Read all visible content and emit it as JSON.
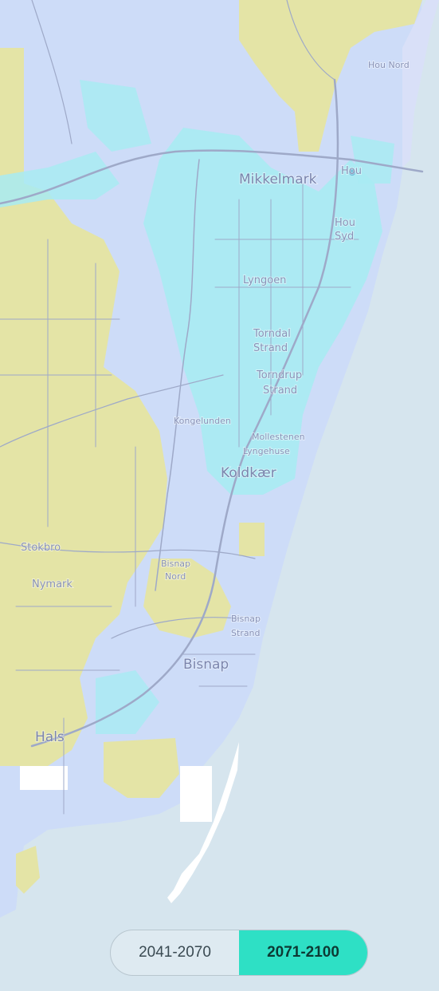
{
  "map": {
    "place_labels": {
      "hou_nord": "Hou Nord",
      "hou": "Hou",
      "hou_syd_1": "Hou",
      "hou_syd_2": "Syd",
      "mikkelmark": "Mikkelmark",
      "lyngoen": "Lyngoen",
      "torndal_1": "Torndal",
      "torndal_2": "Strand",
      "torndrup_1": "Torndrup",
      "torndrup_2": "Strand",
      "kongelunden": "Kongelunden",
      "mollestenen_1": "Mollestenen",
      "mollestenen_2": "Lyngehuse",
      "koldkaer": "Koldkær",
      "stokbro": "Stokbro",
      "bisnap_nord_1": "Bisnap",
      "bisnap_nord_2": "Nord",
      "nymark": "Nymark",
      "bisnap_strand_1": "Bisnap",
      "bisnap_strand_2": "Strand",
      "bisnap": "Bisnap",
      "hals": "Hals"
    },
    "colors": {
      "sea": "#d6e5ee",
      "land_blue": "#cddcf8",
      "land_cyan": "#a8ebf2",
      "land_yellow": "#e4e4a6",
      "land_white": "#ffffff",
      "roads": "#9ea9c8"
    }
  },
  "period_toggle": {
    "options": [
      "2041-2070",
      "2071-2100"
    ],
    "selected": "2071-2100"
  }
}
